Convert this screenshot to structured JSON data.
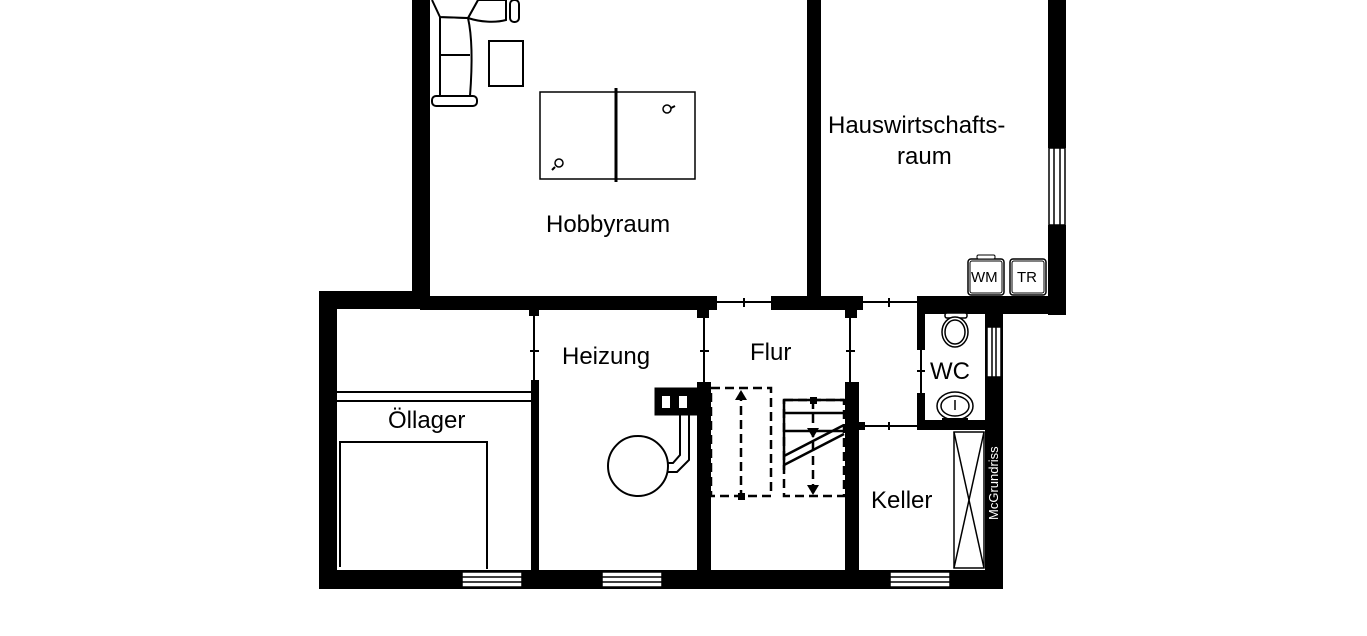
{
  "floor_plan": {
    "rooms": [
      {
        "id": "hobbyraum",
        "label": "Hobbyraum"
      },
      {
        "id": "hauswirtschaftsraum",
        "label_line1": "Hauswirtschafts-",
        "label_line2": "raum"
      },
      {
        "id": "heizung",
        "label": "Heizung"
      },
      {
        "id": "flur",
        "label": "Flur"
      },
      {
        "id": "wc",
        "label": "WC"
      },
      {
        "id": "oellager",
        "label": "Öllager"
      },
      {
        "id": "keller",
        "label": "Keller"
      }
    ],
    "appliances": {
      "washing_machine": "WM",
      "dryer": "TR"
    },
    "watermark": "McGrundriss",
    "colors": {
      "wall": "#000000",
      "background": "#ffffff"
    }
  }
}
